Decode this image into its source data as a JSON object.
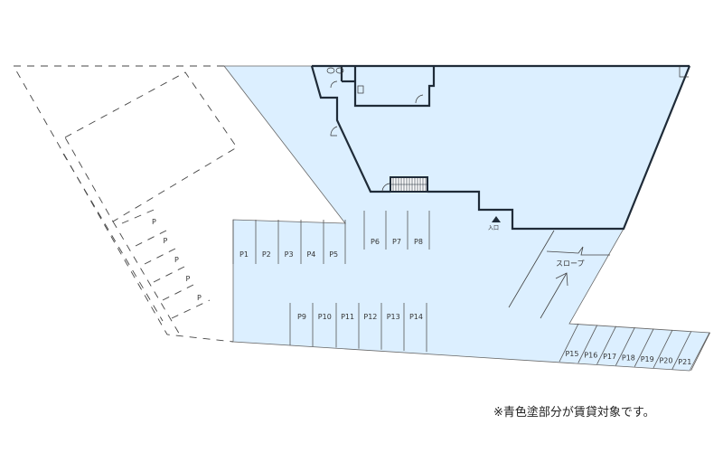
{
  "colors": {
    "rental_area": "#dcefff",
    "wall": "#1f2b38",
    "line": "#555555"
  },
  "entrance_label": "入口",
  "slope_label": "スロープ",
  "note": "※青色塗部分が賃貸対象です。",
  "parking": {
    "row1": [
      "P1",
      "P2",
      "P3",
      "P4",
      "P5"
    ],
    "row2": [
      "P6",
      "P7",
      "P8"
    ],
    "row3": [
      "P9",
      "P10",
      "P11",
      "P12",
      "P13",
      "P14"
    ],
    "row4": [
      "P15",
      "P16",
      "P17",
      "P18",
      "P19",
      "P20",
      "P21"
    ],
    "outside": [
      "P",
      "P",
      "P",
      "P",
      "P"
    ]
  }
}
